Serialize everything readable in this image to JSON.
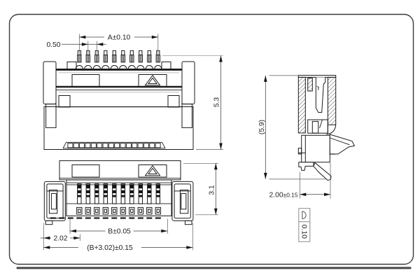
{
  "drawing": {
    "type": "connector-engineering-drawing",
    "views": [
      "top-view",
      "bottom-view",
      "side-section-view"
    ],
    "pin_count": 10
  },
  "dimensions": {
    "contact_span_top": "A±0.10",
    "pin_pitch": "0.50",
    "overall_height": "5.3",
    "body_height": "3.1",
    "contact_span_bottom": "B±0.05",
    "edge_offset": "2.02",
    "overall_width": "(B+3.02)±0.15",
    "side_height": "(5.9)",
    "mount_width": {
      "value": "2.00",
      "tolerance": "±0.15"
    },
    "profile_tolerance": "0.10"
  },
  "symbols": {
    "pin1_marker": "triangle",
    "tolerance_symbol": "profile-of-a-surface"
  },
  "colors": {
    "line": "#1b1b1b",
    "dimension": "#3c3c3c",
    "frame": "#3a3a3a",
    "background": "#ffffff"
  }
}
